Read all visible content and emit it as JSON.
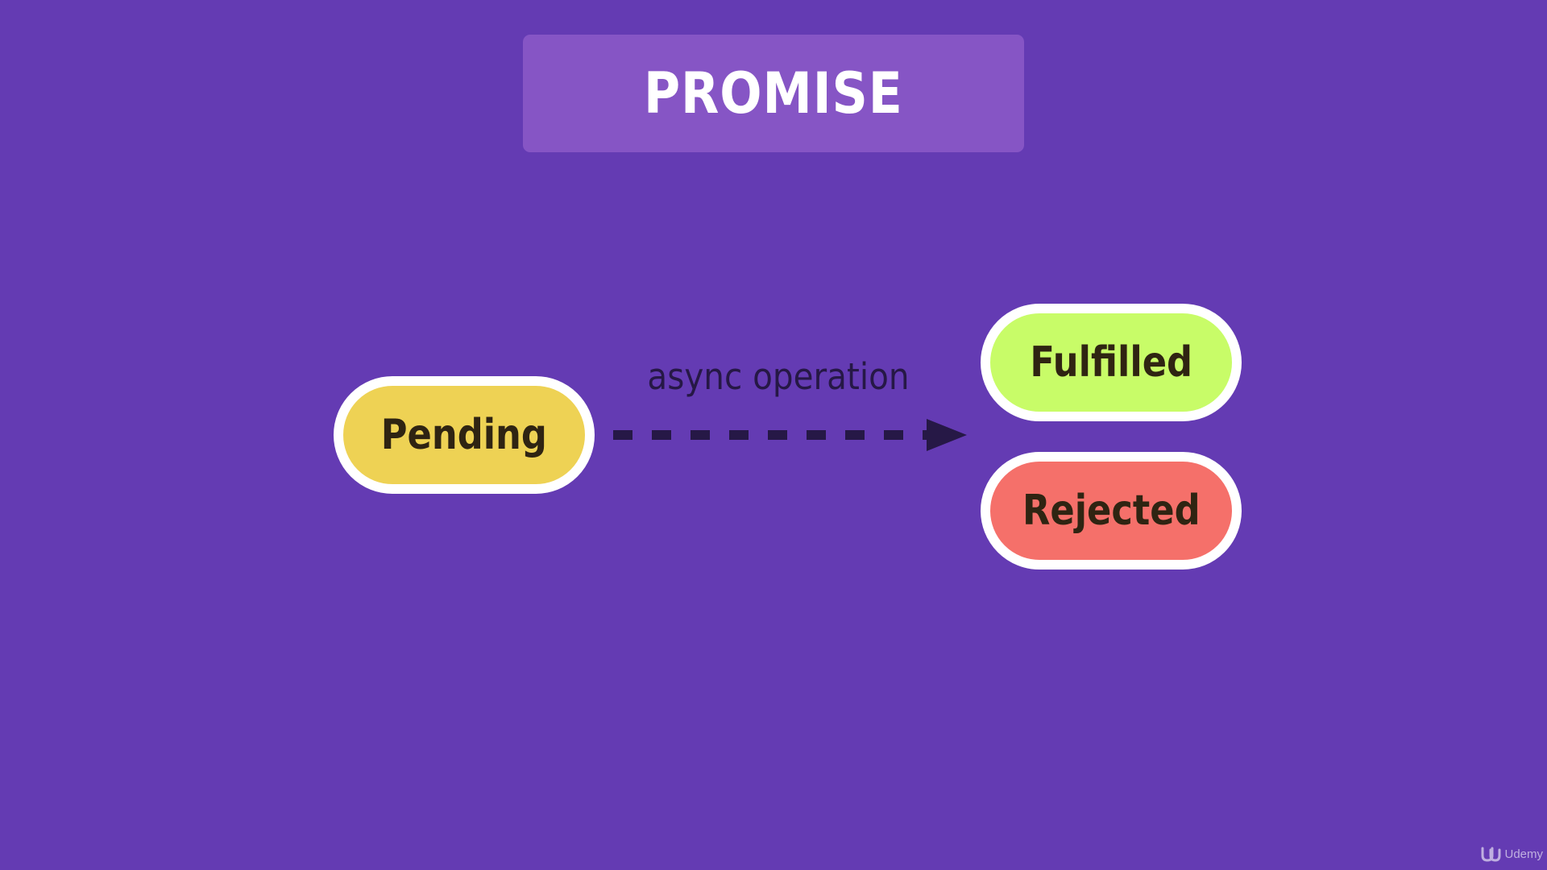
{
  "title": "PROMISE",
  "states": {
    "pending": {
      "label": "Pending",
      "color": "#eed254"
    },
    "fulfilled": {
      "label": "Fulfilled",
      "color": "#c8fc68"
    },
    "rejected": {
      "label": "Rejected",
      "color": "#f5706a"
    }
  },
  "transition": {
    "label": "async operation",
    "from": "pending",
    "to": [
      "fulfilled",
      "rejected"
    ],
    "line_style": "dashed",
    "color": "#261846"
  },
  "colors": {
    "background": "#643bb3",
    "title_box": "#8655c5",
    "pill_border": "#ffffff"
  },
  "watermark": {
    "icon": "udemy-logo-icon",
    "text": "Udemy"
  }
}
